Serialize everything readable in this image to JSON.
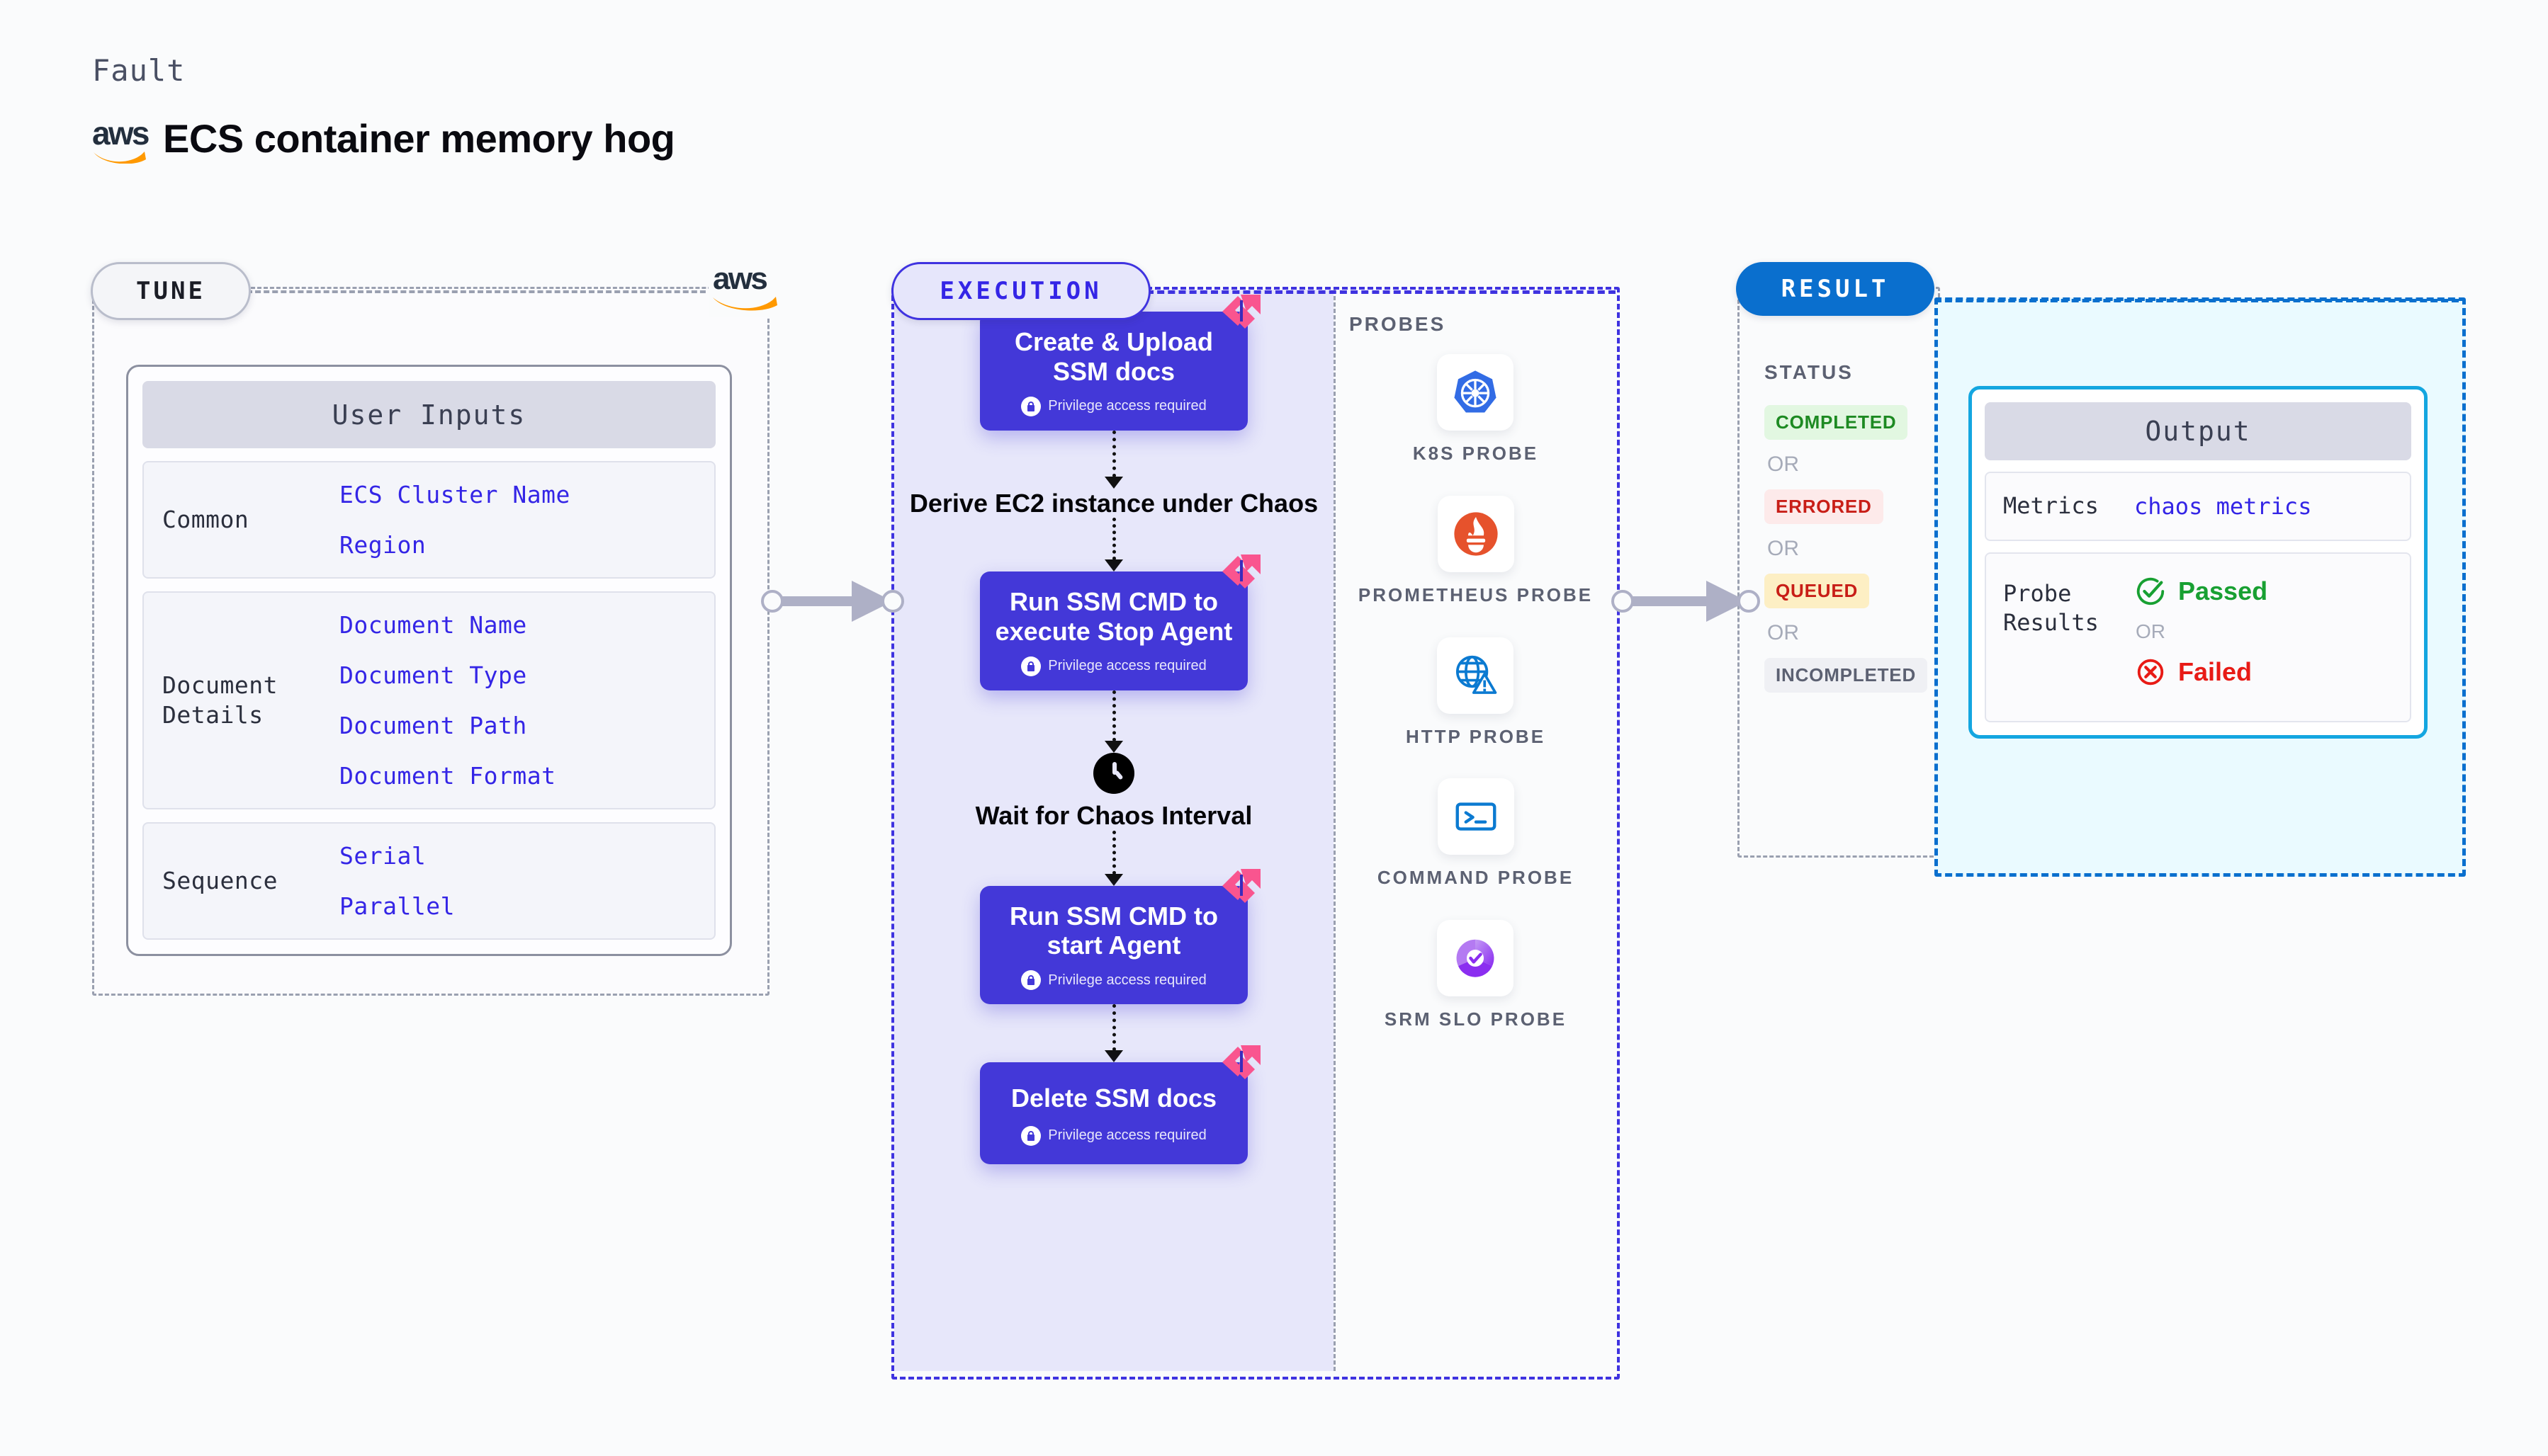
{
  "header": {
    "kicker": "Fault",
    "title": "ECS container memory hog",
    "brand_logo": "aws-logo"
  },
  "tune": {
    "chip_label": "TUNE",
    "brand_logo": "aws-logo",
    "card_title": "User Inputs",
    "sections": [
      {
        "key": "Common",
        "values": [
          "ECS Cluster Name",
          "Region"
        ]
      },
      {
        "key": "Document\nDetails",
        "values": [
          "Document Name",
          "Document Type",
          "Document Path",
          "Document Format"
        ]
      },
      {
        "key": "Sequence",
        "values": [
          "Serial",
          "Parallel"
        ]
      }
    ]
  },
  "execution": {
    "chip_label": "EXECUTION",
    "privilege_note": "Privilege access required",
    "steps": [
      {
        "type": "box",
        "title": "Create & Upload SSM docs",
        "privileged": true,
        "badge": "litmus-badge"
      },
      {
        "type": "plain",
        "title": "Derive EC2 instance under Chaos",
        "privileged": false,
        "icon": ""
      },
      {
        "type": "box",
        "title": "Run SSM CMD to execute Stop Agent",
        "privileged": true,
        "badge": "litmus-badge"
      },
      {
        "type": "plain",
        "title": "Wait for Chaos Interval",
        "privileged": false,
        "icon": "clock-icon"
      },
      {
        "type": "box",
        "title": "Run SSM CMD to start Agent",
        "privileged": true,
        "badge": "litmus-badge"
      },
      {
        "type": "box",
        "title": "Delete SSM docs",
        "privileged": true,
        "badge": "litmus-badge"
      }
    ]
  },
  "probes": {
    "label": "PROBES",
    "items": [
      {
        "name": "K8S PROBE",
        "icon": "kubernetes-icon"
      },
      {
        "name": "PROMETHEUS PROBE",
        "icon": "prometheus-icon"
      },
      {
        "name": "HTTP PROBE",
        "icon": "http-globe-icon"
      },
      {
        "name": "COMMAND PROBE",
        "icon": "terminal-icon"
      },
      {
        "name": "SRM SLO PROBE",
        "icon": "srm-slo-icon"
      }
    ]
  },
  "result": {
    "chip_label": "RESULT",
    "status_label": "STATUS",
    "or_label": "OR",
    "statuses": [
      {
        "label": "COMPLETED",
        "bg": "#e2f7e1",
        "fg": "#1d8a22"
      },
      {
        "label": "ERRORED",
        "bg": "#fdeaea",
        "fg": "#c81e17"
      },
      {
        "label": "QUEUED",
        "bg": "#fdefc4",
        "fg": "#c81e17"
      },
      {
        "label": "INCOMPLETED",
        "bg": "#eff0f4",
        "fg": "#5c6172"
      }
    ],
    "output": {
      "title": "Output",
      "metrics_key": "Metrics",
      "metrics_value": "chaos metrics",
      "probe_results_key": "Probe\nResults",
      "passed_label": "Passed",
      "failed_label": "Failed",
      "or_label": "OR"
    }
  },
  "colors": {
    "accent_purple": "#3425e6",
    "step_box": "#4338d8",
    "result_blue": "#0a6fce",
    "output_border": "#14a6e0",
    "badge_pink": "#f9558f",
    "aws_orange": "#ff9900",
    "aws_navy": "#232f3e"
  }
}
